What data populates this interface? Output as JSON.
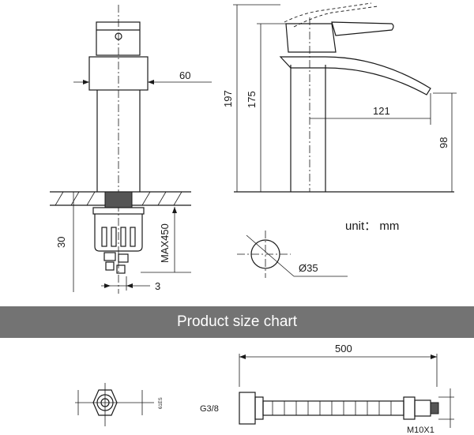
{
  "banner": {
    "title": "Product size chart"
  },
  "units": {
    "label": "unit： mm"
  },
  "dimensions": {
    "top_width": "60",
    "under_deck_height": "30",
    "hose_max": "MAX450",
    "thread_offset": "3",
    "total_height": "197",
    "body_height": "175",
    "spout_reach": "121",
    "spout_height": "98",
    "hole_diameter": "Ø35",
    "hose_length": "500",
    "inlet_thread": "G3/8",
    "outlet_thread": "M10X1",
    "hex_size": "61ES"
  },
  "colors": {
    "banner": "#737373",
    "banner_text": "#ffffff",
    "line": "#1a1a1a"
  }
}
